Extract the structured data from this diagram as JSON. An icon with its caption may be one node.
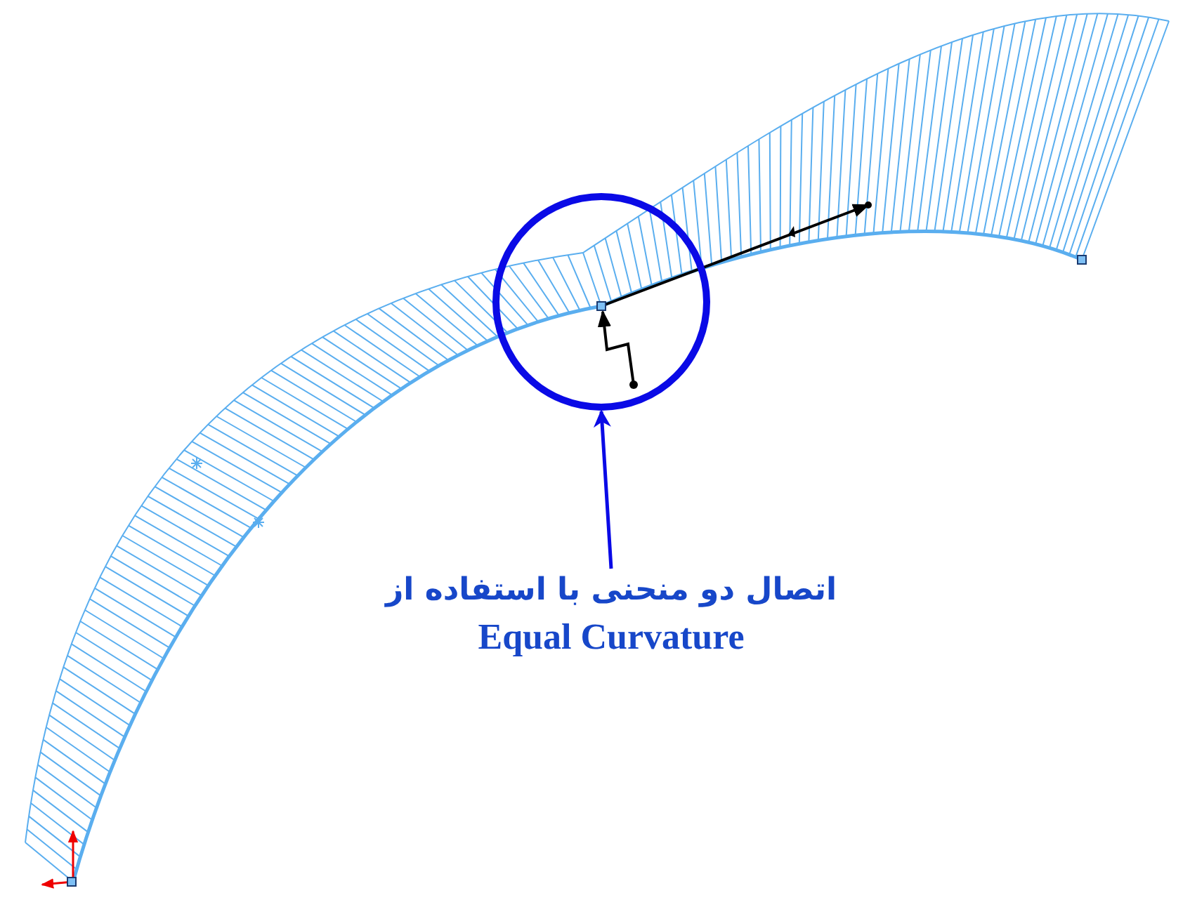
{
  "diagram": {
    "nodes": [
      {
        "text": [
          "اتصال دو منحنی با استفاده از",
          "Equal Curvature"
        ]
      },
      {
        "text": [],
        "shape": "circle"
      }
    ],
    "edges": [
      {
        "from": 0,
        "to": 1,
        "arrow": "to"
      }
    ]
  }
}
